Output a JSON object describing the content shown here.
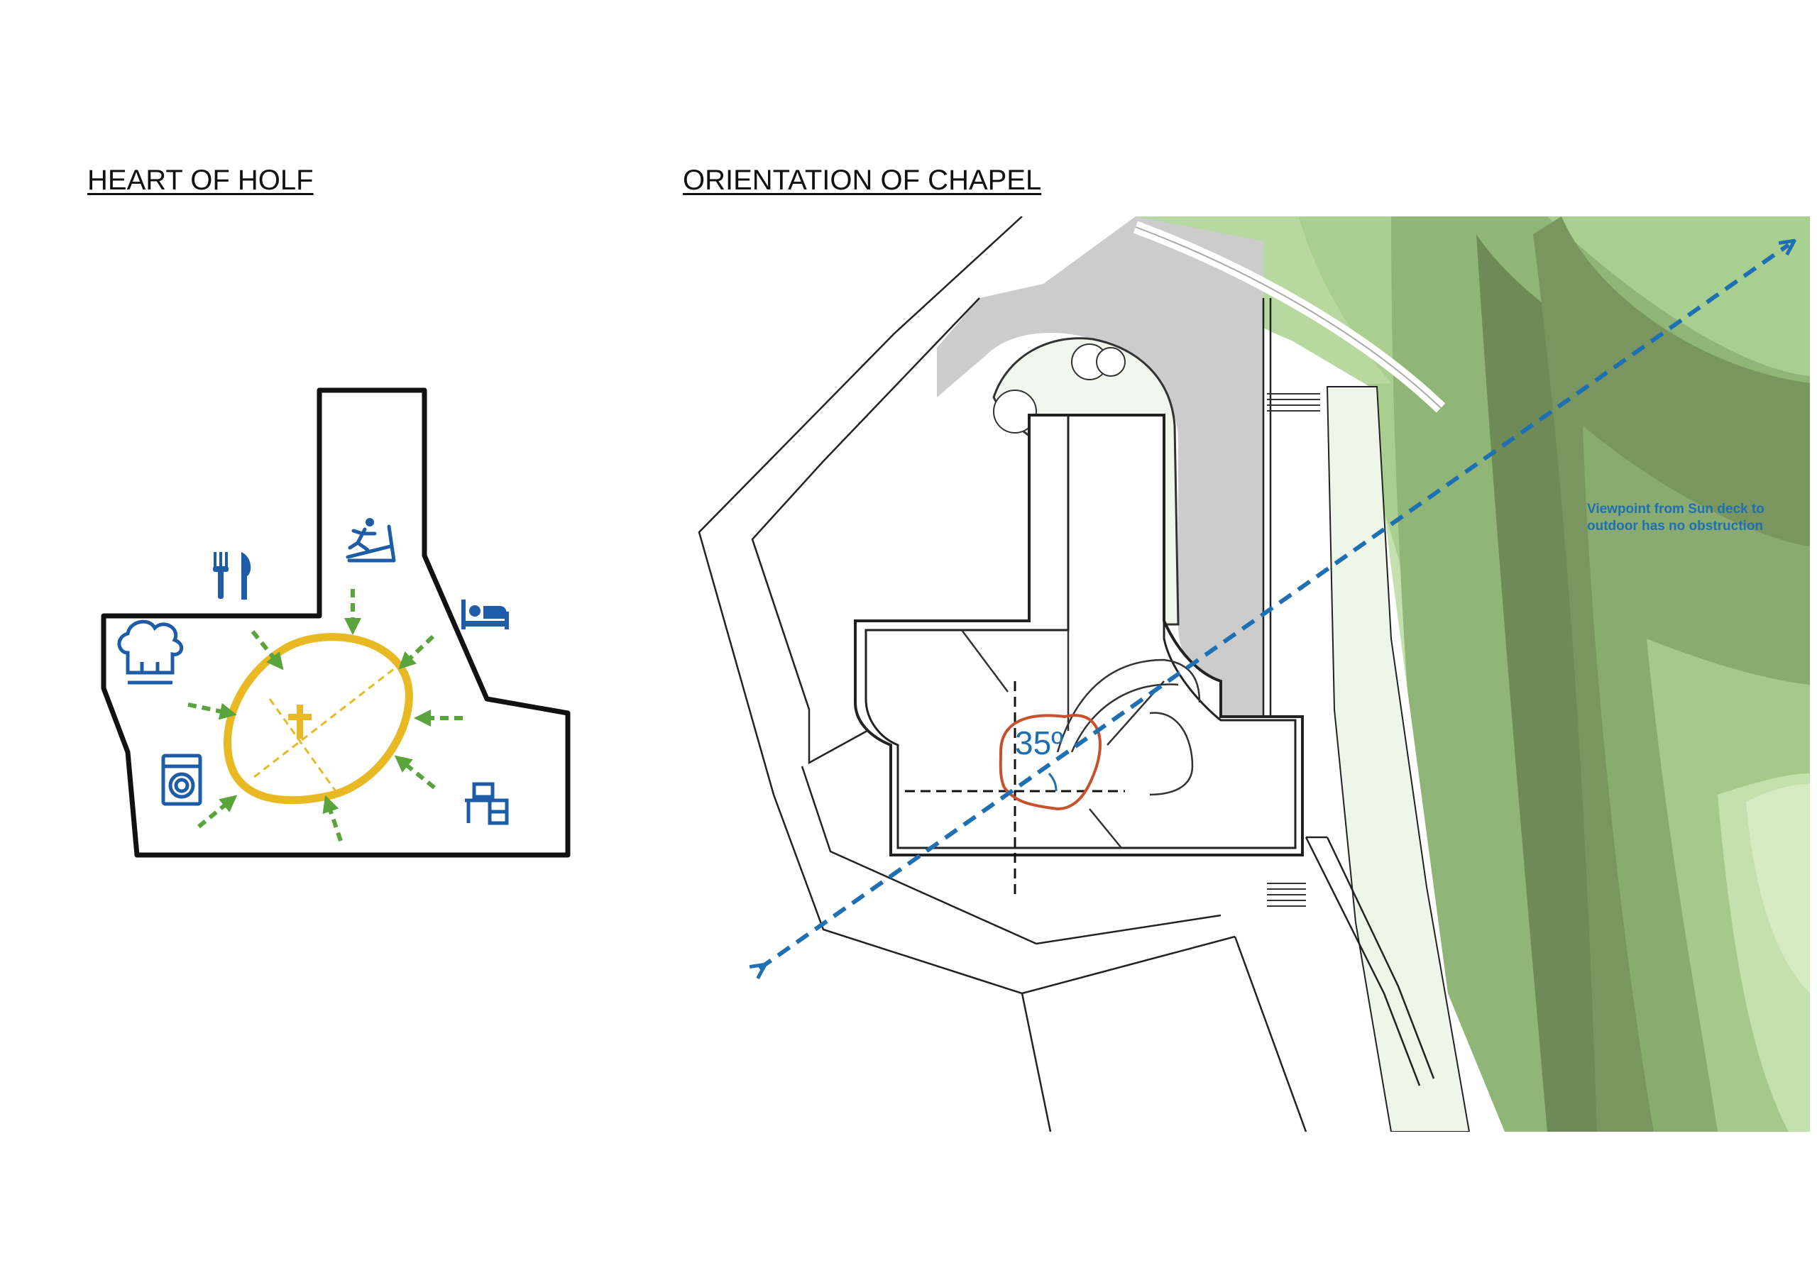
{
  "heart": {
    "title": "HEART OF HOLF",
    "center_symbol": "cross-icon",
    "icons": [
      "fork-knife-icon",
      "treadmill-icon",
      "bed-icon",
      "chef-hat-icon",
      "washing-machine-icon",
      "desk-icon"
    ]
  },
  "orientation": {
    "title": "ORIENTATION OF CHAPEL",
    "angle_label": "35º",
    "note_line1": "Viewpoint from Sun deck to",
    "note_line2": "outdoor has no obstruction"
  },
  "colors": {
    "chapel_ring": "#e8b923",
    "arrows": "#5aa43c",
    "icons": "#1f5ca8",
    "view_axis": "#1f6fb3",
    "chapel_outline": "#c8502a",
    "terrain_dark": "#6e8a56",
    "terrain_light": "#c3e0ad"
  }
}
